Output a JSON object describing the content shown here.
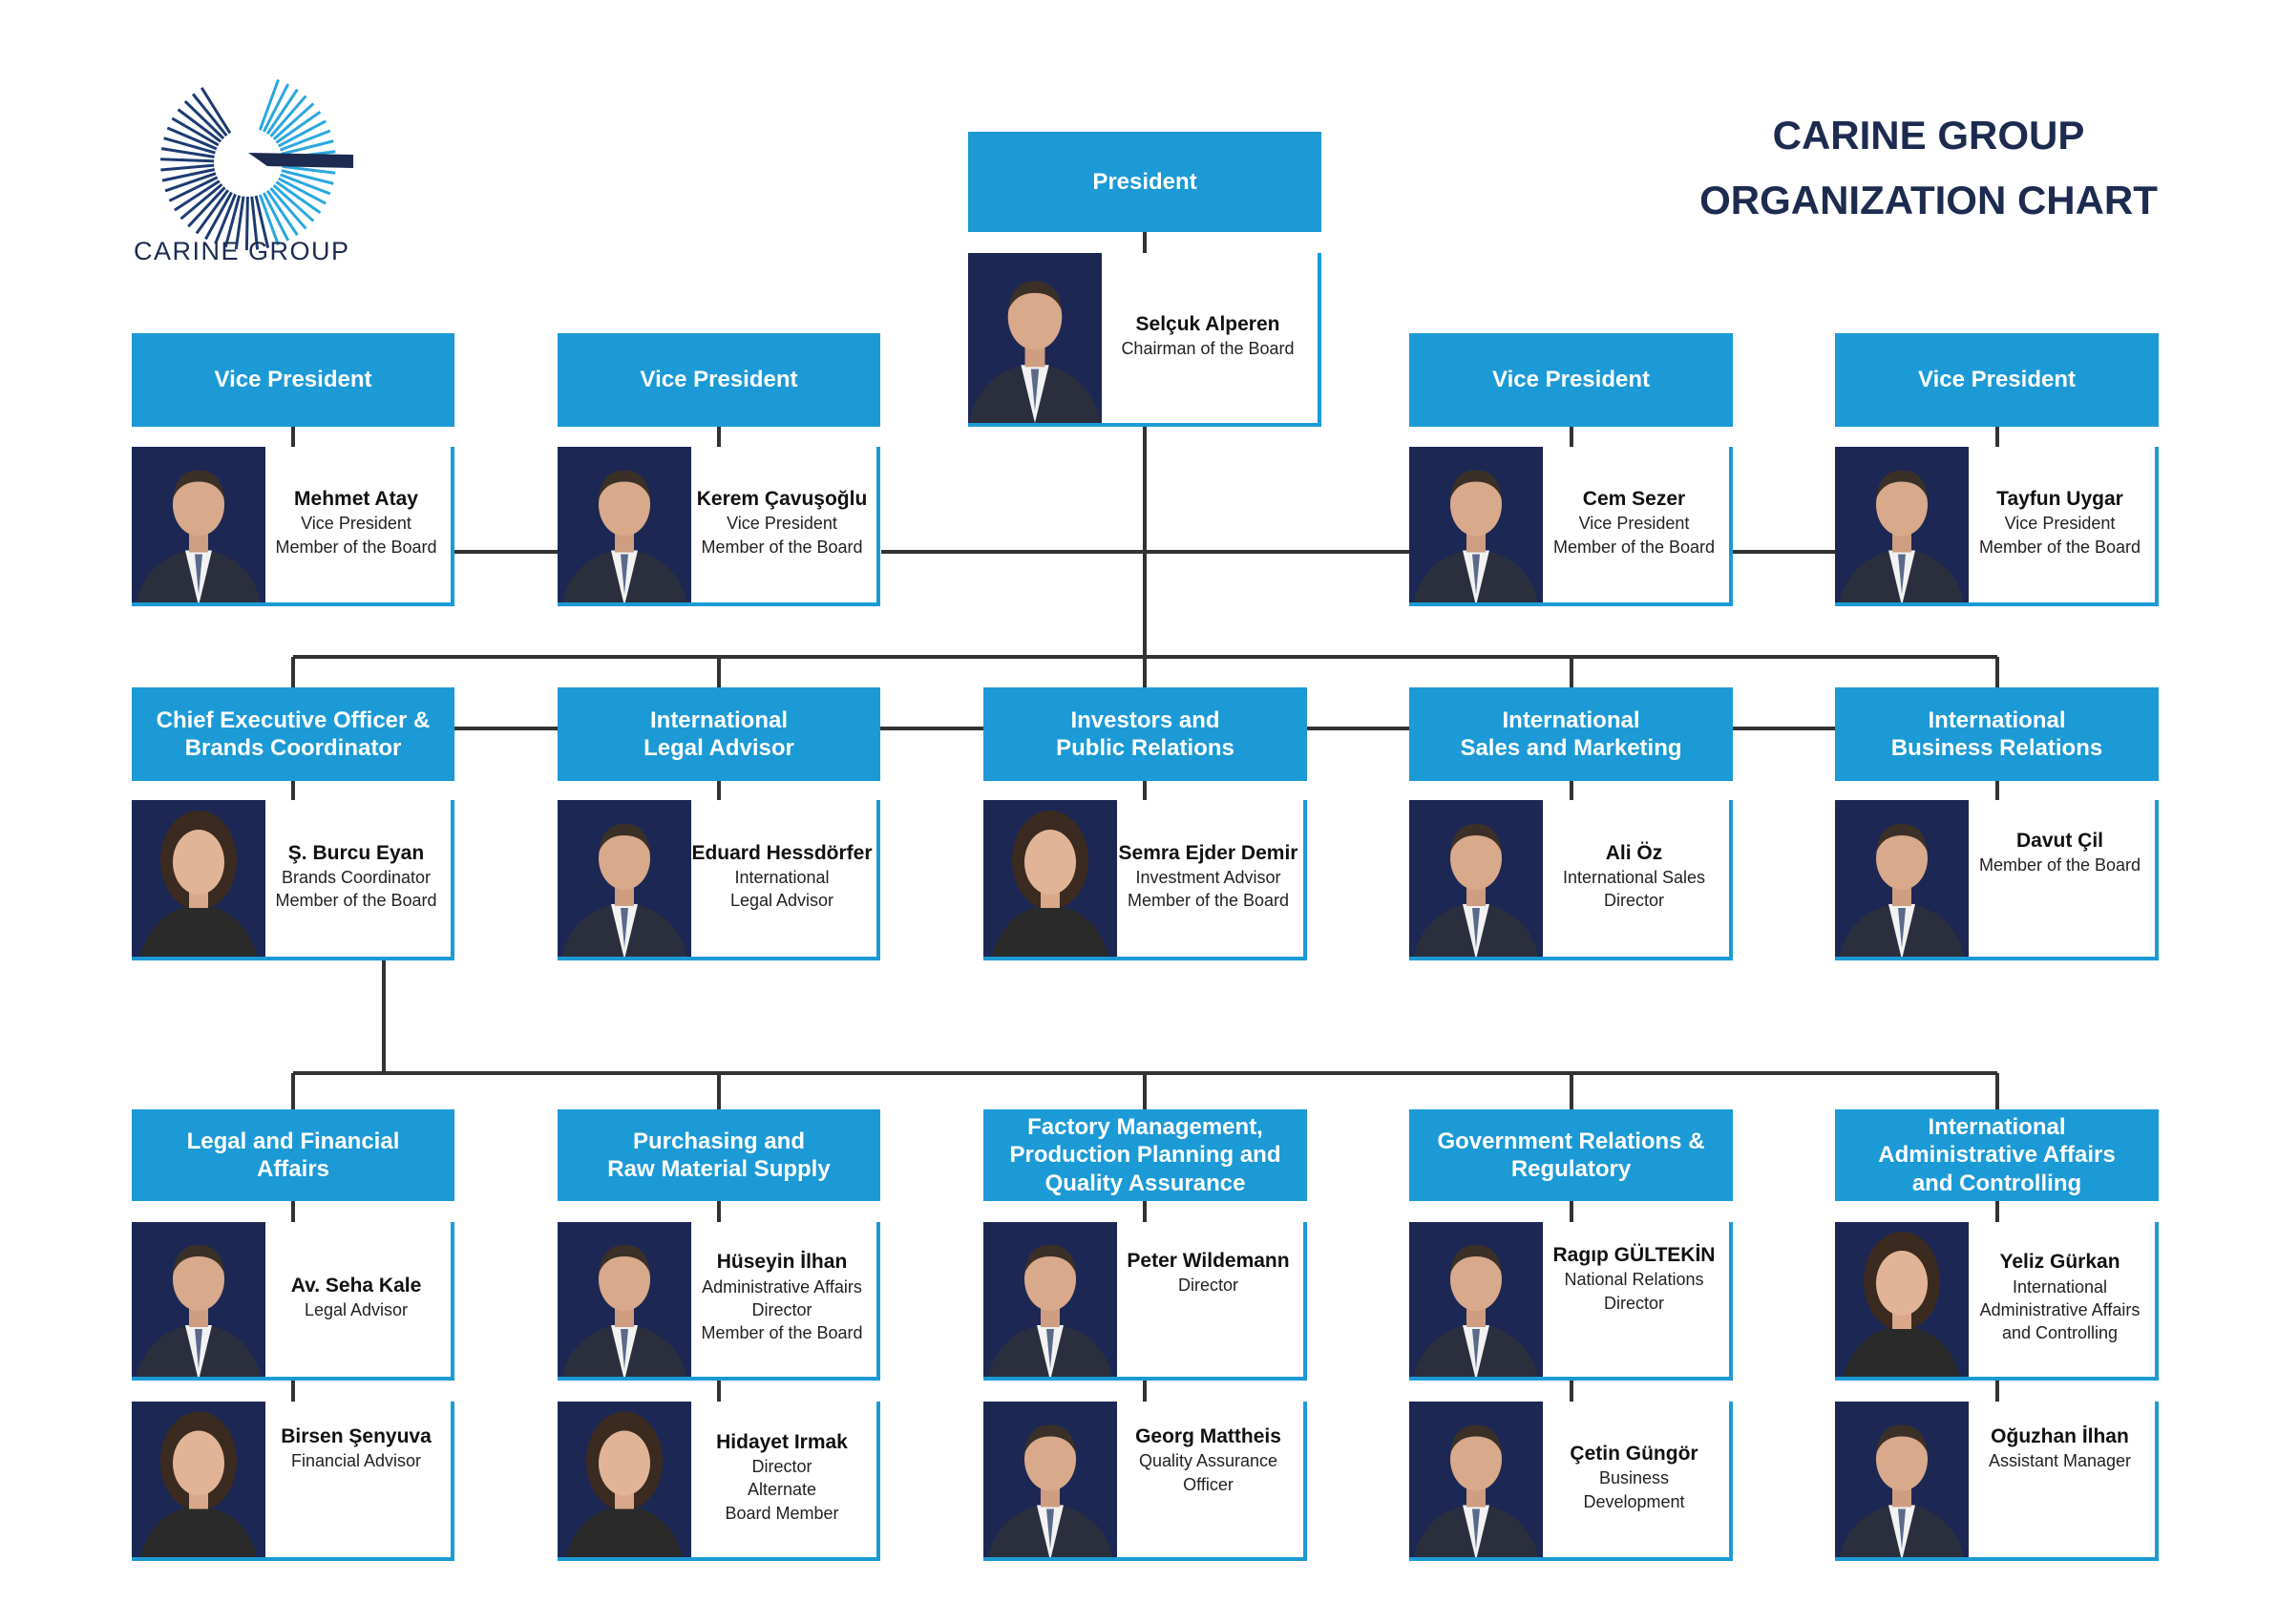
{
  "company": {
    "logo_text": "CARINE GROUP"
  },
  "title": {
    "line1": "CARINE GROUP",
    "line2": "ORGANIZATION CHART"
  },
  "colors": {
    "accent": "#1c9ad6",
    "navy": "#1d2b50",
    "photo_bg": "#1c2754",
    "line": "#333333"
  },
  "president": {
    "header": "President",
    "person": {
      "name": "Selçuk Alperen",
      "roles": [
        "Chairman of the Board"
      ]
    }
  },
  "vice_presidents": [
    {
      "header": "Vice President",
      "person": {
        "name": "Mehmet Atay",
        "roles": [
          "Vice President",
          "Member of the Board"
        ]
      }
    },
    {
      "header": "Vice President",
      "person": {
        "name": "Kerem Çavuşoğlu",
        "roles": [
          "Vice President",
          "Member of the Board"
        ]
      }
    },
    {
      "header": "Vice President",
      "person": {
        "name": "Cem Sezer",
        "roles": [
          "Vice President",
          "Member of the Board"
        ]
      }
    },
    {
      "header": "Vice President",
      "person": {
        "name": "Tayfun Uygar",
        "roles": [
          "Vice President",
          "Member of the Board"
        ]
      }
    }
  ],
  "executives": [
    {
      "header_lines": [
        "Chief Executive Officer &",
        "Brands Coordinator"
      ],
      "person": {
        "name": "Ş. Burcu Eyan",
        "roles": [
          "Brands Coordinator",
          "Member of the Board"
        ]
      }
    },
    {
      "header_lines": [
        "International",
        "Legal Advisor"
      ],
      "person": {
        "name": "Eduard Hessdörfer",
        "roles": [
          "International",
          "Legal Advisor"
        ]
      }
    },
    {
      "header_lines": [
        "Investors and",
        "Public Relations"
      ],
      "person": {
        "name": "Semra Ejder Demir",
        "roles": [
          "Investment Advisor",
          "Member of the Board"
        ]
      }
    },
    {
      "header_lines": [
        "International",
        "Sales and Marketing"
      ],
      "person": {
        "name": "Ali Öz",
        "roles": [
          "International Sales",
          "Director"
        ]
      }
    },
    {
      "header_lines": [
        "International",
        "Business Relations"
      ],
      "person": {
        "name": "Davut Çil",
        "roles": [
          "Member of the Board"
        ]
      }
    }
  ],
  "departments": [
    {
      "header_lines": [
        "Legal and Financial",
        "Affairs"
      ],
      "people": [
        {
          "name": "Av. Seha Kale",
          "roles": [
            "Legal Advisor"
          ]
        },
        {
          "name": "Birsen Şenyuva",
          "roles": [
            "Financial Advisor"
          ]
        }
      ]
    },
    {
      "header_lines": [
        "Purchasing and",
        "Raw Material Supply"
      ],
      "people": [
        {
          "name": "Hüseyin İlhan",
          "roles": [
            "Administrative Affairs",
            "Director",
            "Member of the Board"
          ]
        },
        {
          "name": "Hidayet Irmak",
          "roles": [
            "Director",
            "Alternate",
            "Board Member"
          ]
        }
      ]
    },
    {
      "header_lines": [
        "Factory Management,",
        "Production Planning and",
        "Quality Assurance"
      ],
      "people": [
        {
          "name": "Peter Wildemann",
          "roles": [
            "Director"
          ]
        },
        {
          "name": "Georg Mattheis",
          "roles": [
            "Quality Assurance",
            "Officer"
          ]
        }
      ]
    },
    {
      "header_lines": [
        "Government Relations &",
        "Regulatory"
      ],
      "people": [
        {
          "name": "Ragıp GÜLTEKİN",
          "roles": [
            "National Relations",
            "Director"
          ]
        },
        {
          "name": "Çetin Güngör",
          "roles": [
            "Business",
            "Development"
          ]
        }
      ]
    },
    {
      "header_lines": [
        "International",
        "Administrative Affairs",
        "and Controlling"
      ],
      "people": [
        {
          "name": "Yeliz Gürkan",
          "roles": [
            "International",
            "Administrative Affairs",
            "and Controlling"
          ]
        },
        {
          "name": "Oğuzhan İlhan",
          "roles": [
            "Assistant Manager"
          ]
        }
      ]
    }
  ]
}
